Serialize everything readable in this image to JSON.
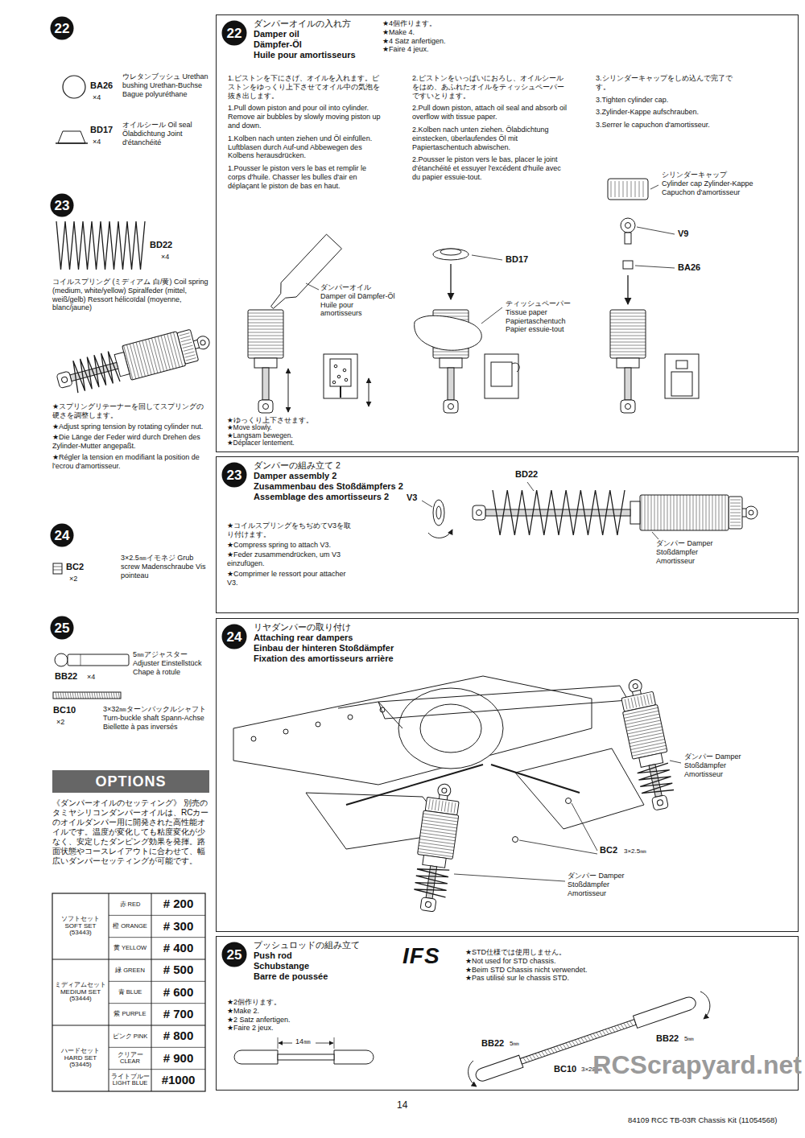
{
  "diagram": {
    "nodes": [
      {
        "text": [
          "22"
        ]
      },
      {
        "text": [
          "23"
        ]
      },
      {
        "text": [
          "24"
        ]
      },
      {
        "text": [
          "25"
        ]
      },
      {
        "text": [
          "OPTIONS"
        ]
      },
      {
        "text": [
          "ダンパーオイルの入れ方",
          "Damper oil",
          "Dämpfer-Öl",
          "Huile pour amortisseurs"
        ]
      },
      {
        "text": [
          "22"
        ],
        "in": 5
      },
      {
        "text": [
          "ダンパーの組み立て 2",
          "Damper assembly 2",
          "Zusammenbau des Stoßdämpfers 2",
          "Assemblage des amortisseurs 2"
        ]
      },
      {
        "text": [
          "23"
        ],
        "in": 7
      },
      {
        "text": [
          "リヤダンパーの取り付け",
          "Attaching rear dampers",
          "Einbau der hinteren Stoßdämpfer",
          "Fixation des amortisseurs arrière"
        ]
      },
      {
        "text": [
          "24"
        ],
        "in": 9
      },
      {
        "text": [
          "プッシュロッドの組み立て",
          "Push rod",
          "Schubstange",
          "Barre de poussée"
        ]
      },
      {
        "text": [
          "25"
        ],
        "in": 11
      }
    ],
    "labels": [
      "BA26",
      "×4",
      "ウレタンブッシュ Urethan bushing Urethan-Buchse Bague polyuréthane",
      "BD17",
      "×4",
      "オイルシール Oil seal Ölabdichtung Joint d'étanchéité",
      "BD22",
      "×4",
      "コイルスプリング (ミディアム 白/黄) Coil spring (medium, white/yellow) Spiralfeder (mittel, weiß/gelb) Ressort hélicoïdal (moyenne, blanc/jaune)",
      "★スプリングリテーナーを回してスプリングの硬さを調整します。",
      "★Adjust spring tension by rotating cylinder nut.",
      "★Die Länge der Feder wird durch Drehen des Zylinder-Mutter angepaßt.",
      "★Régler la tension en modifiant la position de l'ecrou d'amortisseur.",
      "BC2",
      "×2",
      "3×2.5㎜イモネジ Grub screw Madenschraube Vis pointeau",
      "BB22",
      "×4",
      "5㎜アジャスター Adjuster Einstellstück Chape à rotule",
      "BC10",
      "×2",
      "3×32㎜ターンバックルシャフト Turn-buckle shaft Spann-Achse Biellette à pas inversés",
      "《ダンパーオイルのセッティング》 別売のタミヤシリコンダンパーオイルは、RCカーのオイルダンパー用に開発された高性能オイルです。温度が変化しても粘度変化が少なく、安定したダンピング効果を発揮。路面状態やコースレイアウトに合わせて、幅広いダンパーセッティングが可能です。",
      "ソフトセット SOFT SET (53443)",
      "赤 RED",
      "# 200",
      "橙 ORANGE",
      "# 300",
      "黄 YELLOW",
      "# 400",
      "ミディアムセット MEDIUM SET (53444)",
      "緑 GREEN",
      "# 500",
      "青 BLUE",
      "# 600",
      "紫 PURPLE",
      "# 700",
      "ハードセット HARD SET (53445)",
      "ピンク PINK",
      "# 800",
      "クリアー CLEAR",
      "# 900",
      "ライトブルー LIGHT BLUE",
      "#1000",
      "★4個作ります。",
      "★Make 4.",
      "★4 Satz anfertigen.",
      "★Faire 4 jeux.",
      "1.ピストンを下にさげ、オイルを入れます。ピストンをゆっくり上下させてオイル中の気泡を抜き出します。",
      "1.Pull down piston and pour oil into cylinder. Remove air bubbles by slowly moving piston up and down.",
      "1.Kolben nach unten ziehen und Öl einfüllen. Luftblasen durch Auf-und Abbewegen des Kolbens herausdrücken.",
      "1.Pousser le piston vers le bas et remplir le corps d'huile. Chasser les bulles d'air en déplaçant le piston de bas en haut.",
      "2.ピストンをいっぱいにおろし、オイルシールをはめ、あふれたオイルをティッシュペーパーですいとります。",
      "2.Pull down piston, attach oil seal and absorb oil overflow with tissue paper.",
      "2.Kolben nach unten ziehen. Ölabdichtung einstecken, überlaufendes Öl mit Papiertaschentuch abwischen.",
      "2.Pousser le piston vers le bas, placer le joint d'étanchéité et essuyer l'excédent d'huile avec du papier essuie-tout.",
      "3.シリンダーキャップをしめ込んで完了です。",
      "3.Tighten cylinder cap.",
      "3.Zylinder-Kappe aufschrauben.",
      "3.Serrer le capuchon d'amortisseur.",
      "ダンパーオイル Damper oil Dämpfer-Öl Huile pour amortisseurs",
      "★ゆっくり上下させます。",
      "★Move slowly.",
      "★Langsam bewegen.",
      "★Déplacer lentement.",
      "BD17",
      "ティッシュペーパー Tissue paper Papiertaschentuch Papier essuie-tout",
      "シリンダーキャップ Cylinder cap Zylinder-Kappe Capuchon d'amortisseur",
      "V9",
      "BA26",
      "★コイルスプリングをちぢめてV3を取り付けます。",
      "★Compress spring to attach V3.",
      "★Feder zusammendrücken, um V3 einzufügen.",
      "★Comprimer le ressort pour attacher V3.",
      "V3",
      "BD22",
      "ダンパー Damper Stoßdämpfer Amortisseur",
      "ダンパー Damper Stoßdämpfer Amortisseur",
      "BC2",
      "3×2.5㎜",
      "ダンパー Damper Stoßdämpfer Amortisseur",
      "★2個作ります。",
      "★Make 2.",
      "★2 Satz anfertigen.",
      "★Faire 2 jeux.",
      "14㎜",
      "IFS",
      "★STD仕様では使用しません。",
      "★Not used for STD chassis.",
      "★Beim STD Chassis nicht verwendet.",
      "★Pas utilisé sur le chassis STD.",
      "BB22",
      "5㎜",
      "BB22",
      "5㎜",
      "BC10",
      "3×28㎜",
      "14",
      "84109 RCC TB-03R Chassis Kit (11054568)",
      "RCScrapyard.net"
    ]
  }
}
